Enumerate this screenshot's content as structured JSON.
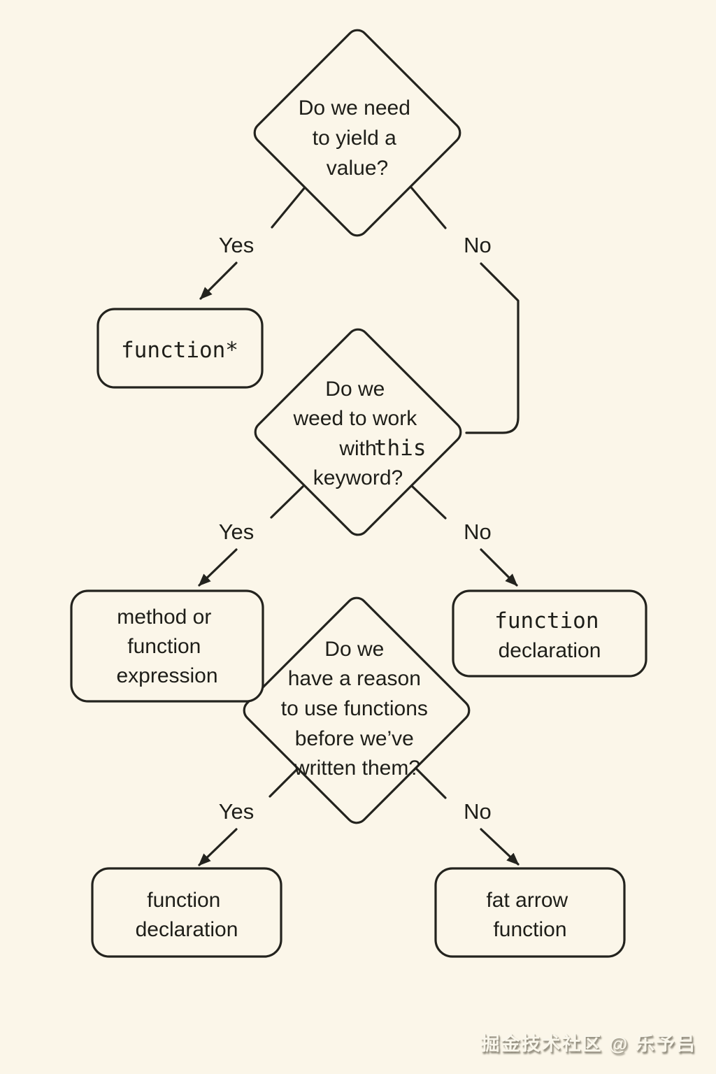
{
  "colors": {
    "background": "#fbf6e9",
    "line": "#23231e",
    "text": "#1e1e19",
    "watermark_text": "#faf7ec",
    "watermark_shadow": "#8e897a"
  },
  "diamond1": {
    "l1": "Do we need",
    "l2": "to yield a",
    "l3": "value?"
  },
  "diamond2": {
    "l1": "Do we",
    "l2": "weed to work",
    "l3a": "with",
    "l3b": "this",
    "l4": "keyword?"
  },
  "diamond3": {
    "l1": "Do we",
    "l2": "have a reason",
    "l3": "to use functions",
    "l4": "before we’ve",
    "l5": "written them?"
  },
  "labels": {
    "d1_yes": "Yes",
    "d1_no": "No",
    "d2_yes": "Yes",
    "d2_no": "No",
    "d3_yes": "Yes",
    "d3_no": "No"
  },
  "box_generator": {
    "l1": "function*"
  },
  "box_method_expression": {
    "l1": "method or",
    "l2": "function",
    "l3": "expression"
  },
  "box_function_declaration_mid": {
    "l1": "function",
    "l2": "declaration"
  },
  "box_function_declaration_bottom": {
    "l1": "function",
    "l2": "declaration"
  },
  "box_fat_arrow": {
    "l1": "fat arrow",
    "l2": "function"
  },
  "watermark": "掘金技术社区 @ 乐予吕"
}
